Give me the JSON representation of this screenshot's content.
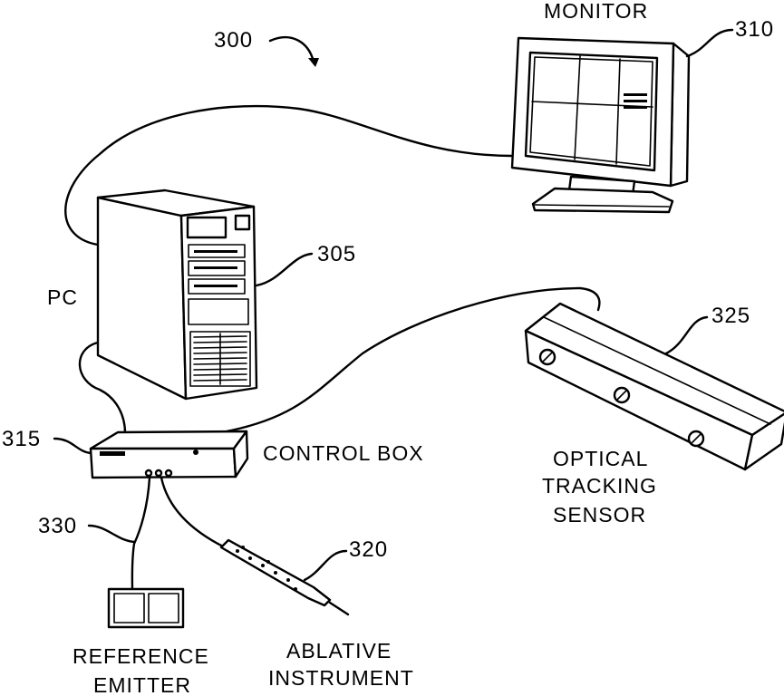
{
  "figure": {
    "ref_system": "300",
    "ref_monitor": "310",
    "ref_pc": "305",
    "ref_control_box": "315",
    "ref_sensor": "325",
    "ref_emitter": "330",
    "ref_instrument": "320"
  },
  "labels": {
    "monitor": "MONITOR",
    "pc": "PC",
    "control_box": "CONTROL BOX",
    "sensor_line1": "OPTICAL",
    "sensor_line2": "TRACKING",
    "sensor_line3": "SENSOR",
    "emitter_line1": "REFERENCE",
    "emitter_line2": "EMITTER",
    "instrument_line1": "ABLATIVE",
    "instrument_line2": "INSTRUMENT"
  }
}
